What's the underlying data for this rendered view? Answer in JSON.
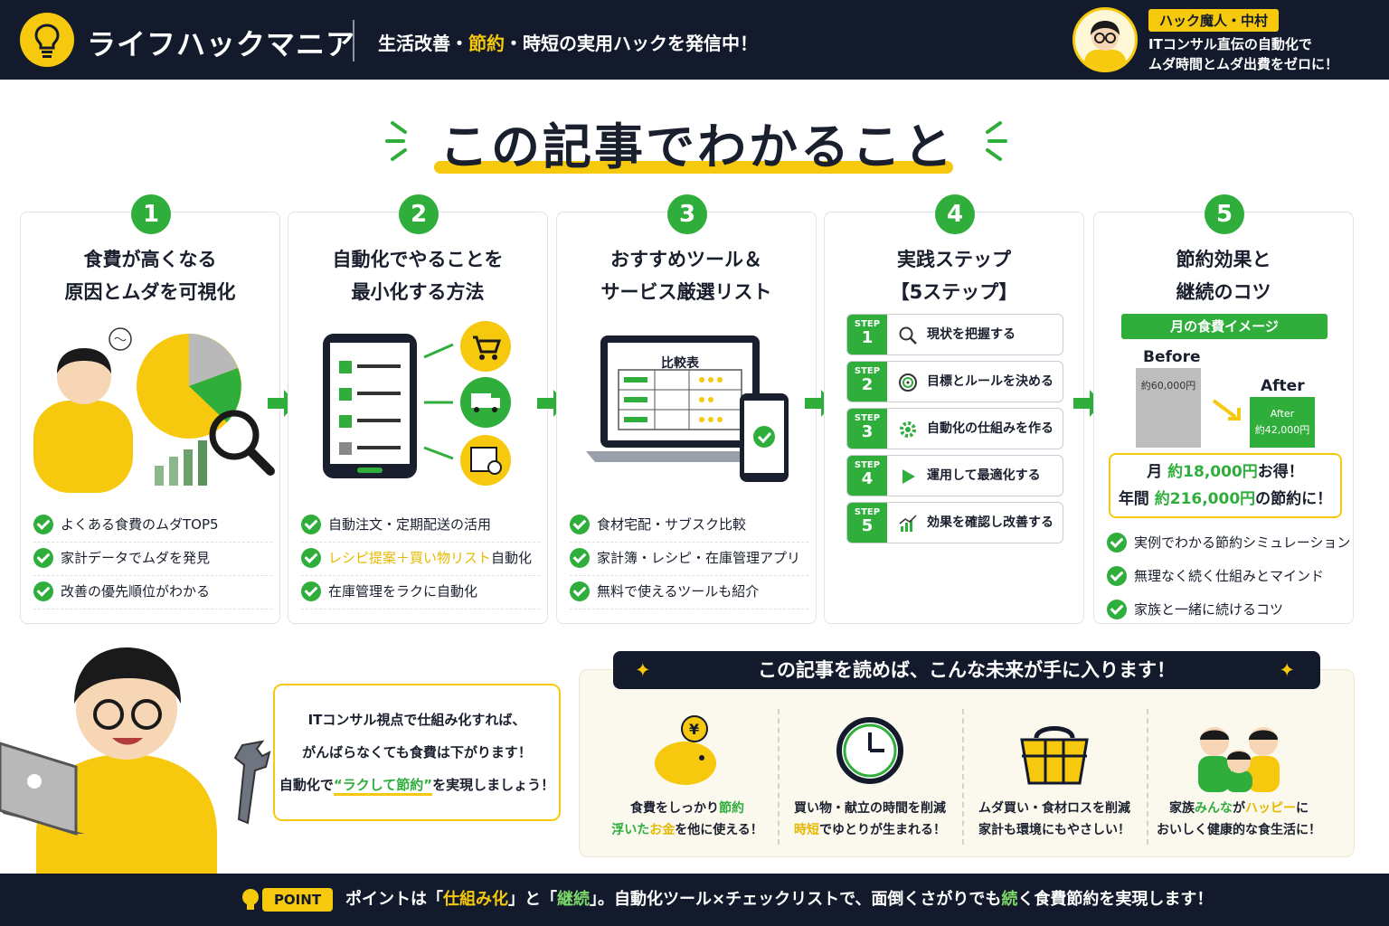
{
  "header": {
    "brand": "ライフハックマニア",
    "tagline_a": "生活改善・",
    "tagline_b": "節約",
    "tagline_c": "・時短の実用ハックを発信中！",
    "author_tag": "ハック魔人・中村",
    "author_desc_1": "ITコンサル直伝の自動化で",
    "author_desc_2": "ムダ時間とムダ出費をゼロに！"
  },
  "title": "この記事でわかること",
  "cards": [
    {
      "num": "1",
      "title_1": "食費が高くなる",
      "title_2": "原因とムダを可視化",
      "bullets": [
        "よくある食費のムダTOP5",
        "家計データでムダを発見",
        "改善の優先順位がわかる"
      ]
    },
    {
      "num": "2",
      "title_1": "自動化でやることを",
      "title_2": "最小化する方法",
      "bullets": [
        "自動注文・定期配送の活用",
        "在庫管理をラクに自動化"
      ],
      "bullet_mid_a": "レシピ提案＋買い物リスト",
      "bullet_mid_b": "自動化"
    },
    {
      "num": "3",
      "title_1": "おすすめツール＆",
      "title_2": "サービス厳選リスト",
      "screen_label": "比較表",
      "bullets": [
        "食材宅配・サブスク比較",
        "家計簿・レシピ・在庫管理アプリ",
        "無料で使えるツールも紹介"
      ]
    },
    {
      "num": "4",
      "title_1": "実践ステップ",
      "title_2": "【5ステップ】",
      "step_word": "STEP",
      "steps": [
        {
          "n": "1",
          "label": "現状を把握する",
          "icon": "magnifier-icon"
        },
        {
          "n": "2",
          "label": "目標とルールを決める",
          "icon": "target-icon"
        },
        {
          "n": "3",
          "label": "自動化の仕組みを作る",
          "icon": "gear-icon"
        },
        {
          "n": "4",
          "label": "運用して最適化する",
          "icon": "play-icon"
        },
        {
          "n": "5",
          "label": "効果を確認し改善する",
          "icon": "chart-icon"
        }
      ]
    },
    {
      "num": "5",
      "title_1": "節約効果と",
      "title_2": "継続のコツ",
      "month_label": "月の食費イメージ",
      "before_label": "Before",
      "before_value": "約60,000円",
      "after_label": "After",
      "after_value_1": "After",
      "after_value_2": "約42,000円",
      "save_1a": "月 ",
      "save_1b": "約18,000円",
      "save_1c": "お得！",
      "save_2a": "年間 ",
      "save_2b": "約216,000円",
      "save_2c": "の節約に！",
      "bullets": [
        "実例でわかる節約シミュレーション",
        "無理なく続く仕組みとマインド",
        "家族と一緒に続けるコツ"
      ]
    }
  ],
  "bubble": {
    "line1": "ITコンサル視点で仕組み化すれば、",
    "line2": "がんばらなくても食費は下がります！",
    "line3a": "自動化で",
    "line3b": "“ラクして節約”",
    "line3c": "を実現しましょう！"
  },
  "future": {
    "heading": "この記事を読めば、こんな未来が手に入ります！",
    "cols": [
      {
        "icon": "piggy-bank-icon",
        "l1a": "食費をしっかり",
        "l1b": "節約",
        "l2a": "浮いた",
        "l2b": "お金",
        "l2c": "を他に使える！"
      },
      {
        "icon": "clock-icon",
        "l1a": "買い物・献立の時間を削減",
        "l1b": "",
        "l2a": "",
        "l2b": "時短",
        "l2c": "でゆとりが生まれる！"
      },
      {
        "icon": "basket-icon",
        "l1a": "ムダ買い・食材ロスを削減",
        "l1b": "",
        "l2a": "家計も環境にもやさしい！",
        "l2b": "",
        "l2c": ""
      },
      {
        "icon": "family-icon",
        "l1a": "家族",
        "l1b": "みんな",
        "l1c": "が",
        "l1d": "ハッピー",
        "l1e": "に",
        "l2a": "おいしく健康的な食生活に！"
      }
    ]
  },
  "footer": {
    "badge": "POINT",
    "t1": "ポイントは「",
    "t2": "仕組み化",
    "t3": "」と「",
    "t4": "継続",
    "t5": "」。自動化ツール×チェックリストで、面倒くさがりでも",
    "t6": "続",
    "t7": "く食費節約を実現します！"
  },
  "colors": {
    "navy": "#131a2b",
    "yellow": "#f6c90e",
    "green": "#2fae3c"
  }
}
